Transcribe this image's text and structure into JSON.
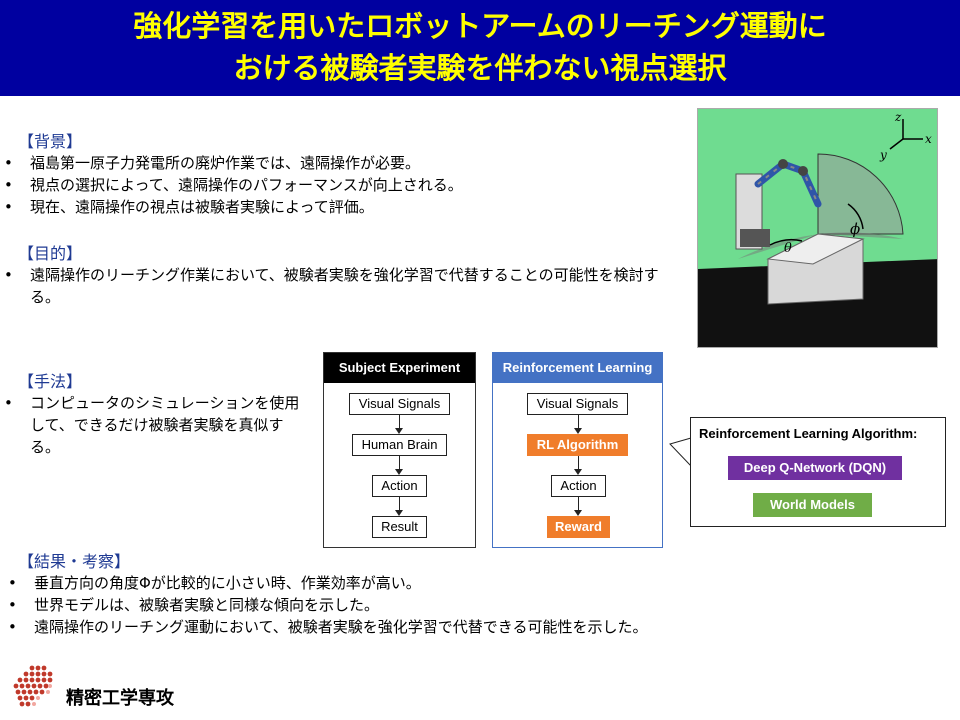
{
  "title": {
    "line1": "強化学習を用いたロボットアームのリーチング運動に",
    "line2": "おける被験者実験を伴わない視点選択"
  },
  "background": {
    "heading": "【背景】",
    "items": [
      "福島第一原子力発電所の廃炉作業では、遠隔操作が必要。",
      "視点の選択によって、遠隔操作のパフォーマンスが向上される。",
      "現在、遠隔操作の視点は被験者実験によって評価。"
    ]
  },
  "purpose": {
    "heading": "【目的】",
    "items": [
      "遠隔操作のリーチング作業において、被験者実験を強化学習で代替することの可能性を検討する。"
    ]
  },
  "method": {
    "heading": "【手法】",
    "items": [
      "コンピュータのシミュレーションを使用して、できるだけ被験者実験を真似する。"
    ]
  },
  "results": {
    "heading": "【結果・考察】",
    "items": [
      "垂直方向の角度Φが比較的に小さい時、作業効率が高い。",
      "世界モデルは、被験者実験と同様な傾向を示した。",
      "遠隔操作のリーチング運動において、被験者実験を強化学習で代替できる可能性を示した。"
    ]
  },
  "sim_figure": {
    "axis_z": "z",
    "axis_x": "x",
    "axis_y": "y",
    "angle_phi": "ϕ",
    "angle_theta": "θ"
  },
  "subject_flow": {
    "header": "Subject Experiment",
    "header_color": "#000000",
    "nodes": [
      "Visual Signals",
      "Human Brain",
      "Action",
      "Result"
    ]
  },
  "rl_flow": {
    "header": "Reinforcement Learning",
    "header_color": "#4472c4",
    "nodes": [
      "Visual Signals",
      "RL Algorithm",
      "Action",
      "Reward"
    ]
  },
  "algorithm_callout": {
    "title": "Reinforcement Learning Algorithm:",
    "items": [
      {
        "label": "Deep Q-Network (DQN)",
        "color": "#7030a0"
      },
      {
        "label": "World Models",
        "color": "#70ad47"
      }
    ]
  },
  "footer": {
    "department": "精密工学専攻"
  }
}
